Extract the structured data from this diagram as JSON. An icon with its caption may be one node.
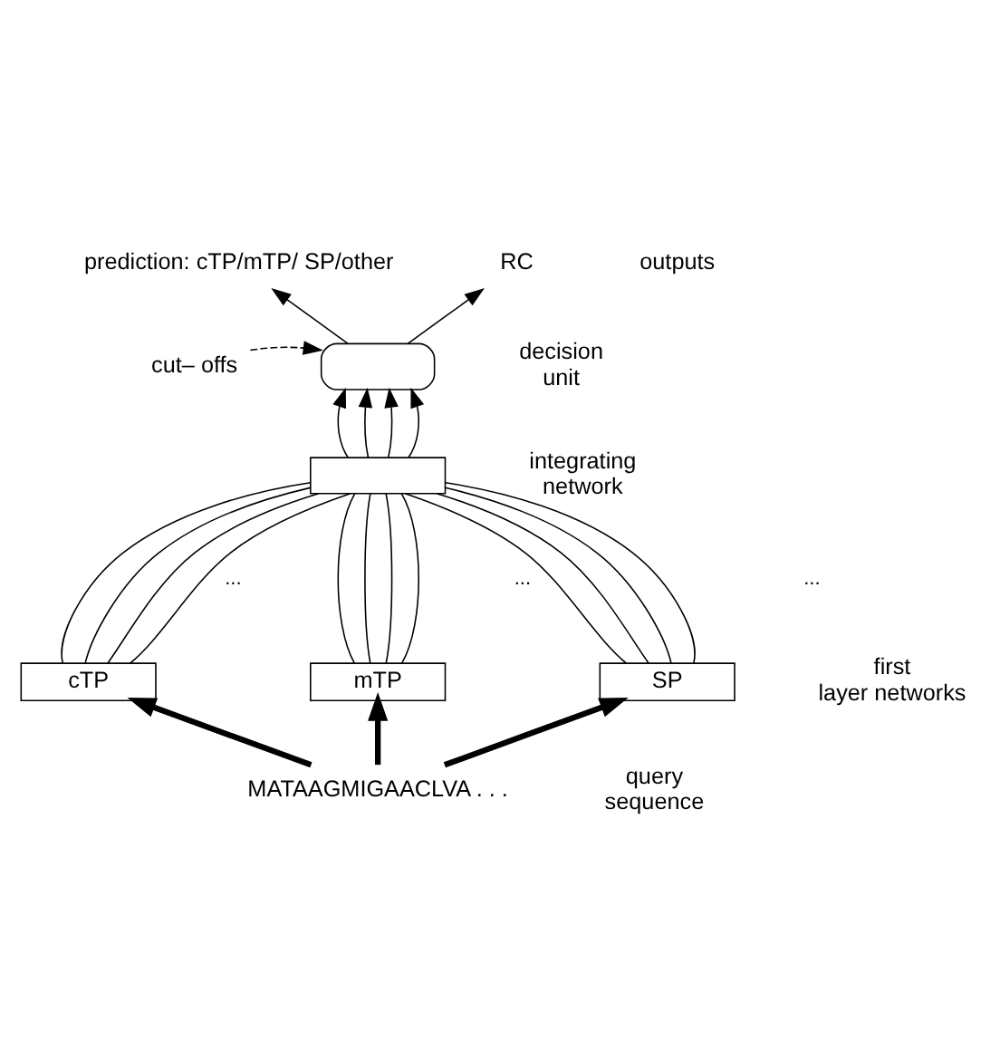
{
  "diagram": {
    "nodes": [
      {
        "text": [
          "prediction: cTP/mTP/ SP/other"
        ]
      },
      {
        "text": [
          "RC"
        ]
      },
      {
        "text": [],
        "shape": "box"
      },
      {
        "text": [
          "cut– offs"
        ]
      },
      {
        "text": [],
        "shape": "box"
      },
      {
        "text": [
          "cTP"
        ]
      },
      {
        "text": [
          "mTP"
        ]
      },
      {
        "text": [
          "SP"
        ]
      },
      {
        "text": [
          "MATAAGMIGAACLVA . . ."
        ]
      }
    ],
    "edges": [
      {
        "from": 2,
        "to": 0,
        "arrow": "to"
      },
      {
        "from": 2,
        "to": 1,
        "arrow": "to"
      },
      {
        "from": 3,
        "to": 2,
        "arrow": "to",
        "style": "dashed"
      },
      {
        "from": 4,
        "to": 2,
        "arrow": "to"
      },
      {
        "from": 4,
        "to": 2,
        "arrow": "to"
      },
      {
        "from": 4,
        "to": 2,
        "arrow": "to"
      },
      {
        "from": 4,
        "to": 2,
        "arrow": "to"
      },
      {
        "from": 5,
        "to": 4,
        "arrow": "none"
      },
      {
        "from": 5,
        "to": 4,
        "arrow": "none"
      },
      {
        "from": 5,
        "to": 4,
        "arrow": "none"
      },
      {
        "from": 5,
        "to": 4,
        "arrow": "none"
      },
      {
        "from": 6,
        "to": 4,
        "arrow": "none"
      },
      {
        "from": 6,
        "to": 4,
        "arrow": "none"
      },
      {
        "from": 6,
        "to": 4,
        "arrow": "none"
      },
      {
        "from": 6,
        "to": 4,
        "arrow": "none"
      },
      {
        "from": 7,
        "to": 4,
        "arrow": "none"
      },
      {
        "from": 7,
        "to": 4,
        "arrow": "none"
      },
      {
        "from": 7,
        "to": 4,
        "arrow": "none"
      },
      {
        "from": 7,
        "to": 4,
        "arrow": "none"
      },
      {
        "from": 8,
        "to": 5,
        "arrow": "to",
        "style": "thick"
      },
      {
        "from": 8,
        "to": 6,
        "arrow": "to",
        "style": "thick"
      },
      {
        "from": 8,
        "to": 7,
        "arrow": "to",
        "style": "thick"
      }
    ],
    "labels": [
      "outputs",
      "decision unit",
      "integrating network",
      "...",
      "...",
      "...",
      "first layer networks",
      "query sequence"
    ]
  }
}
